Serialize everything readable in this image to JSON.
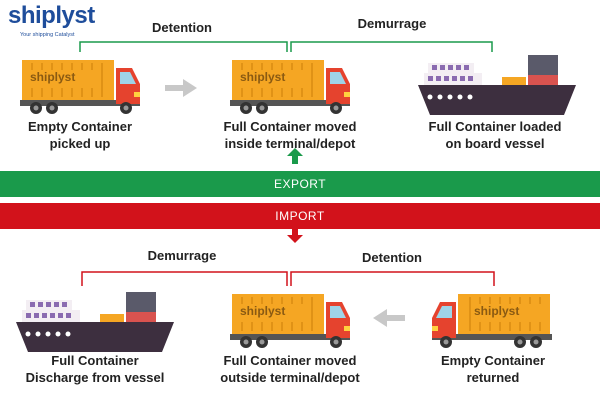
{
  "logo": {
    "brand": "shiplyst",
    "tagline": "Your shipping Catalyst",
    "container_brand": "shiplyst"
  },
  "export": {
    "band_label": "EXPORT",
    "bracket_detention": "Detention",
    "bracket_demurrage": "Demurrage",
    "step1_line1": "Empty Container",
    "step1_line2": "picked up",
    "step2_line1": "Full Container moved",
    "step2_line2": "inside terminal/depot",
    "step3_line1": "Full Container loaded",
    "step3_line2": "on board vessel"
  },
  "import": {
    "band_label": "IMPORT",
    "bracket_demurrage": "Demurrage",
    "bracket_detention": "Detention",
    "step1_line1": "Full Container",
    "step1_line2": "Discharge from vessel",
    "step2_line1": "Full Container moved",
    "step2_line2": "outside terminal/depot",
    "step3_line1": "Empty Container",
    "step3_line2": "returned"
  },
  "colors": {
    "export_green": "#1a9a4b",
    "import_red": "#d2121b",
    "logo_blue": "#1e4d9b",
    "container_orange": "#f5a623",
    "truck_red": "#e5432e",
    "ship_hull": "#3d2f3f",
    "arrow_gray": "#c8c8c8"
  },
  "icons": [
    "truck-icon",
    "ship-icon",
    "arrow-right-icon",
    "arrow-left-icon",
    "arrow-up-icon",
    "arrow-down-icon"
  ]
}
